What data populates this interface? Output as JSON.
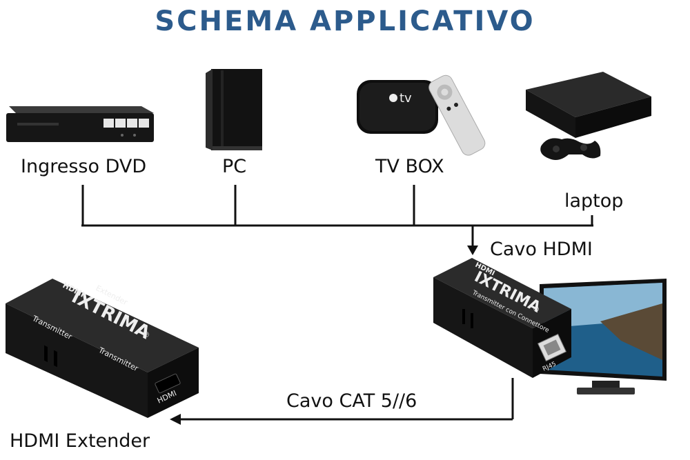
{
  "title": "SCHEMA APPLICATIVO",
  "devices": {
    "dvd": {
      "label": "Ingresso DVD",
      "icon": "dvd-player-icon"
    },
    "pc": {
      "label": "PC",
      "icon": "pc-tower-icon"
    },
    "tvbox": {
      "label": "TV BOX",
      "icon": "tv-box-icon",
      "logo_text": "tv"
    },
    "laptop": {
      "label": "laptop",
      "icon": "game-console-icon"
    }
  },
  "connections": {
    "hdmi_cable": "Cavo HDMI",
    "cat_cable": "Cavo CAT 5//6"
  },
  "extender": {
    "label": "HDMI Extender",
    "brand": "IXTRIMA",
    "brand_mark": "®",
    "top_logo": "HDMI",
    "receiver_text_1": "Extender",
    "receiver_text_2": "Transmitter",
    "receiver_text_3": "Transmitter",
    "receiver_port": "HDMI",
    "transmitter_text": "Transmitter con Connettore",
    "transmitter_port": "RJ45"
  },
  "colors": {
    "title": "#2c5b8c",
    "line": "#111111",
    "device": "#1a1a1a"
  }
}
